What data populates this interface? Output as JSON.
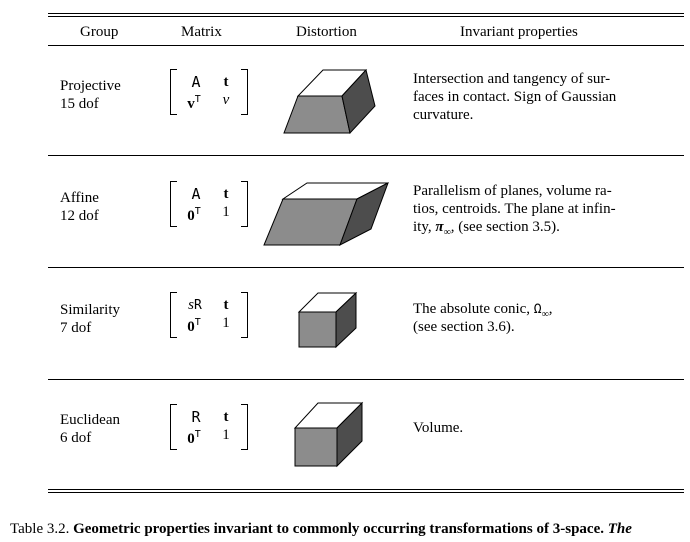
{
  "table": {
    "headers": {
      "group": "Group",
      "matrix": "Matrix",
      "distortion": "Distortion",
      "invariant": "Invariant properties"
    },
    "rows": [
      {
        "group_name": "Projective",
        "group_dof": "15 dof",
        "matrix": {
          "r1c1": "A",
          "r1c2": "t",
          "r2c1": "v",
          "r2c1_sup": "T",
          "r2c2": "v"
        },
        "invariant": [
          "Intersection and tangency of sur-",
          "faces in contact. Sign of Gaussian",
          "curvature."
        ]
      },
      {
        "group_name": "Affine",
        "group_dof": "12 dof",
        "matrix": {
          "r1c1": "A",
          "r1c2": "t",
          "r2c1": "0",
          "r2c1_sup": "T",
          "r2c2": "1"
        },
        "invariant": [
          "Parallelism of planes, volume ra-",
          "tios, centroids. The plane at infin-",
          "ity, "
        ],
        "invariant_pi": "π",
        "invariant_pi_sub": "∞",
        "invariant_tail": ", (see section 3.5)."
      },
      {
        "group_name": "Similarity",
        "group_dof": "7 dof",
        "matrix": {
          "r1c1_s": "s",
          "r1c1": "R",
          "r1c2": "t",
          "r2c1": "0",
          "r2c1_sup": "T",
          "r2c2": "1"
        },
        "invariant": [
          "The absolute conic, "
        ],
        "invariant_omega": "Ω",
        "invariant_omega_sub": "∞",
        "invariant_tail": ",",
        "invariant_line2": "(see section 3.6)."
      },
      {
        "group_name": "Euclidean",
        "group_dof": "6 dof",
        "matrix": {
          "r1c1": "R",
          "r1c2": "t",
          "r2c1": "0",
          "r2c1_sup": "T",
          "r2c2": "1"
        },
        "invariant": [
          "Volume."
        ]
      }
    ]
  },
  "caption": {
    "label": "Table 3.2.",
    "bold_text": "Geometric properties invariant to commonly occurring transformations of 3-space.",
    "italic_text": "The"
  },
  "colors": {
    "top_face": "#ffffff",
    "front_face": "#8c8c8c",
    "side_face": "#4d4d4d",
    "rule": "#000000"
  }
}
